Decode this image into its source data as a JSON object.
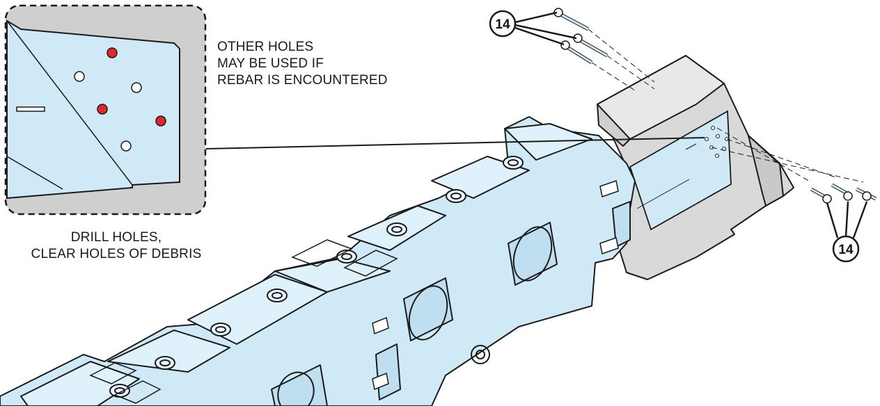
{
  "callouts": {
    "other_holes": [
      "OTHER HOLES",
      "MAY BE USED IF",
      "REBAR IS ENCOUNTERED"
    ],
    "drill_holes": [
      "DRILL HOLES,",
      "CLEAR HOLES OF DEBRIS"
    ]
  },
  "part_badges": {
    "top": "14",
    "right": "14"
  },
  "colors": {
    "barrier_blue": "#cfe9f7",
    "concrete_gray": "#d8d8d8",
    "detail_bg": "#cfcfcf",
    "hole_red": "#e3262e",
    "hole_white": "#ffffff",
    "outline": "#1a1a1a"
  },
  "detail_holes": [
    {
      "color": "red"
    },
    {
      "color": "white"
    },
    {
      "color": "white"
    },
    {
      "color": "red"
    },
    {
      "color": "red"
    },
    {
      "color": "white"
    }
  ]
}
